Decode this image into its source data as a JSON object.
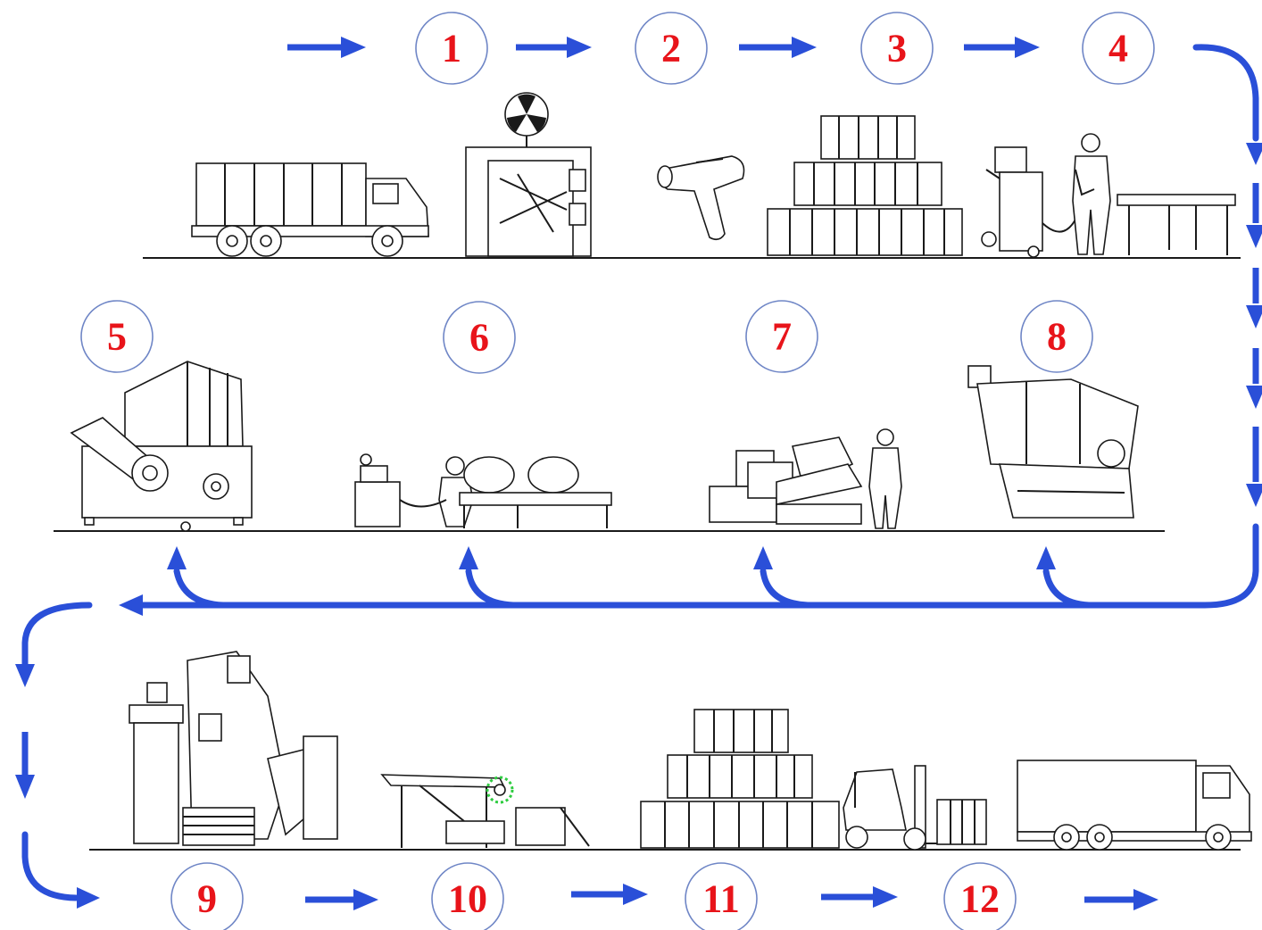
{
  "steps": [
    {
      "label": "1"
    },
    {
      "label": "2"
    },
    {
      "label": "3"
    },
    {
      "label": "4"
    },
    {
      "label": "5"
    },
    {
      "label": "6"
    },
    {
      "label": "7"
    },
    {
      "label": "8"
    },
    {
      "label": "9"
    },
    {
      "label": "10"
    },
    {
      "label": "11"
    },
    {
      "label": "12"
    }
  ],
  "colors": {
    "label_text": "#e8141a",
    "circle_stroke": "#6f86c6",
    "flow_arrow": "#2a4fd8",
    "line_art": "#1a1a1a",
    "highlight": "#2ecc40"
  },
  "icons": {
    "step1": "dump-truck-icon",
    "step2": "radiation-portal-icon",
    "step3": "handheld-analyzer-icon",
    "step4": "stacked-boxes-icon",
    "step4b": "worker-with-cutting-cart-icon",
    "step5": "shredder-machine-icon",
    "step6": "welder-with-pipes-icon",
    "step7": "press-machine-with-operator-icon",
    "step8": "band-saw-machine-icon",
    "step9": "shot-blasting-machine-icon",
    "step10": "conveyor-table-icon",
    "step11": "stacked-boxes-icon",
    "step11b": "forklift-icon",
    "step12": "box-truck-icon"
  }
}
